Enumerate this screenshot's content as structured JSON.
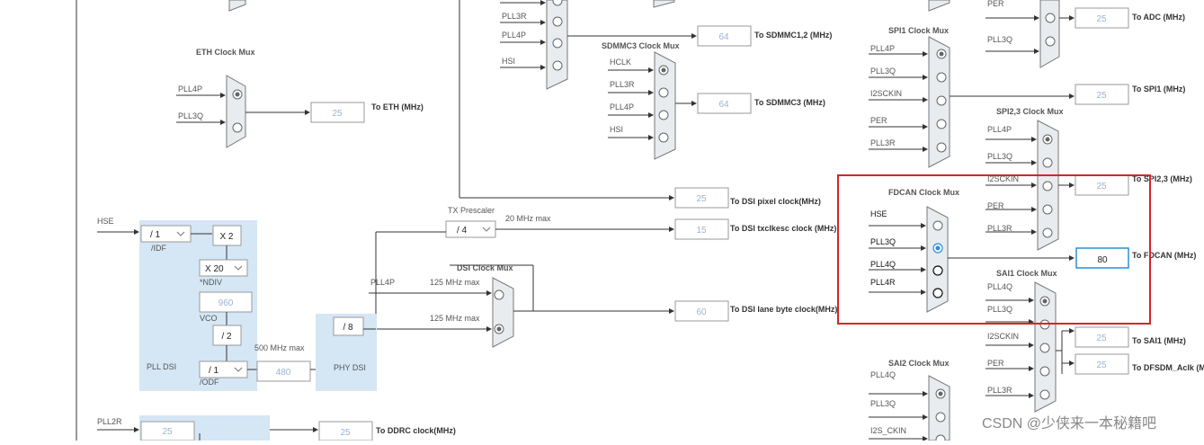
{
  "eth": {
    "title": "ETH Clock Mux",
    "in1": "PLL4P",
    "in2": "PLL3Q",
    "value": "25",
    "out": "To ETH (MHz)"
  },
  "top_mux": {
    "in1": "PLL3R",
    "in2": "PLL4P",
    "in3": "HSI"
  },
  "sdmmc12": {
    "value": "64",
    "out": "To SDMMC1,2 (MHz)"
  },
  "sdmmc3": {
    "title": "SDMMC3 Clock Mux",
    "in1": "HCLK",
    "in2": "PLL3R",
    "in3": "PLL4P",
    "in4": "HSI",
    "value": "64",
    "out": "To SDMMC3 (MHz)"
  },
  "dsi_pixel": {
    "value": "25",
    "out": "To DSI pixel clock(MHz)"
  },
  "tx": {
    "title": "TX Prescaler",
    "div": "/ 4",
    "max": "20 MHz max",
    "value": "15",
    "out": "To DSI txclkesc clock (MHz)"
  },
  "dsi_mux": {
    "title": "DSI Clock Mux",
    "in1": "PLL4P",
    "max1": "125 MHz max",
    "max2": "125 MHz max",
    "value": "60",
    "out": "To DSI lane byte clock(MHz)"
  },
  "pll_dsi": {
    "hse": "HSE",
    "idf_val": "/ 1",
    "idf": "/IDF",
    "mult": "X 2",
    "ndiv_val": "X 20",
    "ndiv": "*NDIV",
    "vco_val": "960",
    "vco": "VCO",
    "div2": "/ 2",
    "odf_val": "/ 1",
    "odf": "/ODF",
    "name": "PLL DSI",
    "max": "500 MHz max",
    "out_val": "480"
  },
  "phy_dsi": {
    "div": "/ 8",
    "name": "PHY DSI"
  },
  "pll2r": {
    "label": "PLL2R",
    "val": "25",
    "value": "25",
    "out": "To DDRC clock(MHz)"
  },
  "adc": {
    "in1": "PER",
    "in2": "PLL3Q",
    "value": "25",
    "out": "To ADC (MHz)"
  },
  "spi1": {
    "title": "SPI1 Clock Mux",
    "in1": "PLL4P",
    "in2": "PLL3Q",
    "in3": "I2SCKIN",
    "in4": "PER",
    "in5": "PLL3R",
    "value": "25",
    "out": "To SPI1 (MHz)"
  },
  "spi23": {
    "title": "SPI2,3 Clock Mux",
    "in1": "PLL4P",
    "in2": "PLL3Q",
    "in3": "I2SCKIN",
    "in4": "PER",
    "in5": "PLL3R",
    "value": "25",
    "out": "To SPI2,3 (MHz)"
  },
  "fdcan": {
    "title": "FDCAN Clock Mux",
    "in1": "HSE",
    "in2": "PLL3Q",
    "in3": "PLL4Q",
    "in4": "PLL4R",
    "value": "80",
    "out": "To FDCAN (MHz)"
  },
  "sai1": {
    "title": "SAI1 Clock Mux",
    "in1": "PLL4Q",
    "in2": "PLL3Q",
    "in3": "I2SCKIN",
    "in4": "PER",
    "in5": "PLL3R",
    "value1": "25",
    "out1": "To SAI1 (MHz)",
    "value2": "25",
    "out2": "To DFSDM_Aclk (M"
  },
  "sai2": {
    "title": "SAI2 Clock Mux",
    "in1": "PLL4Q",
    "in2": "PLL3Q",
    "in3": "I2S_CKIN"
  },
  "watermark": "CSDN @少侠来一本秘籍吧",
  "colors": {
    "highlight_rect": "#d9232a",
    "active_radio": "#2b8ed8",
    "pll_fill": "#d5e6f5",
    "mux_fill": "#e9ecef"
  }
}
